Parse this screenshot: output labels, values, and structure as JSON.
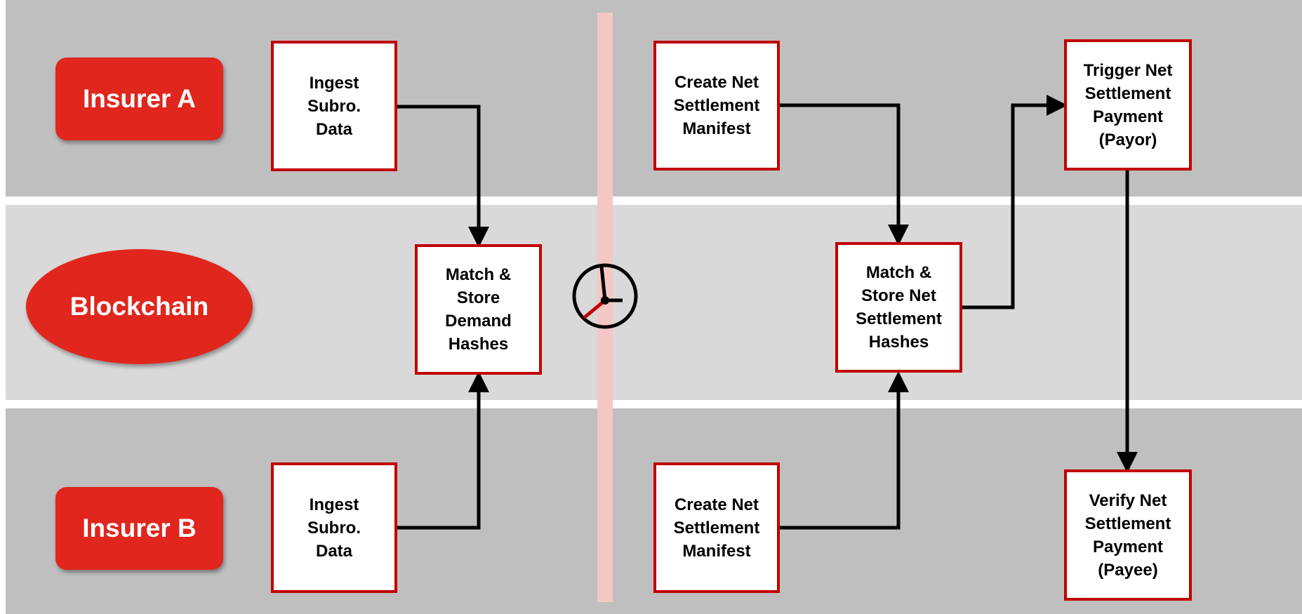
{
  "lanes": {
    "insurer_a": "Insurer A",
    "blockchain": "Blockchain",
    "insurer_b": "Insurer B"
  },
  "steps": {
    "ingest_a": "Ingest\nSubro.\nData",
    "ingest_b": "Ingest\nSubro.\nData",
    "match_demand": "Match &\nStore\nDemand\nHashes",
    "manifest_a": "Create Net\nSettlement\nManifest",
    "manifest_b": "Create Net\nSettlement\nManifest",
    "match_net": "Match &\nStore Net\nSettlement\nHashes",
    "trigger_payment": "Trigger Net\nSettlement\nPayment\n(Payor)",
    "verify_payment": "Verify Net\nSettlement\nPayment\n(Payee)"
  },
  "colors": {
    "accent_red": "#e0261d",
    "box_border": "#c00000",
    "lane_dark": "#bfbfbf",
    "lane_light": "#d9d9d9",
    "divider": "#f4c7c5"
  },
  "icons": {
    "timer": "clock-icon"
  }
}
